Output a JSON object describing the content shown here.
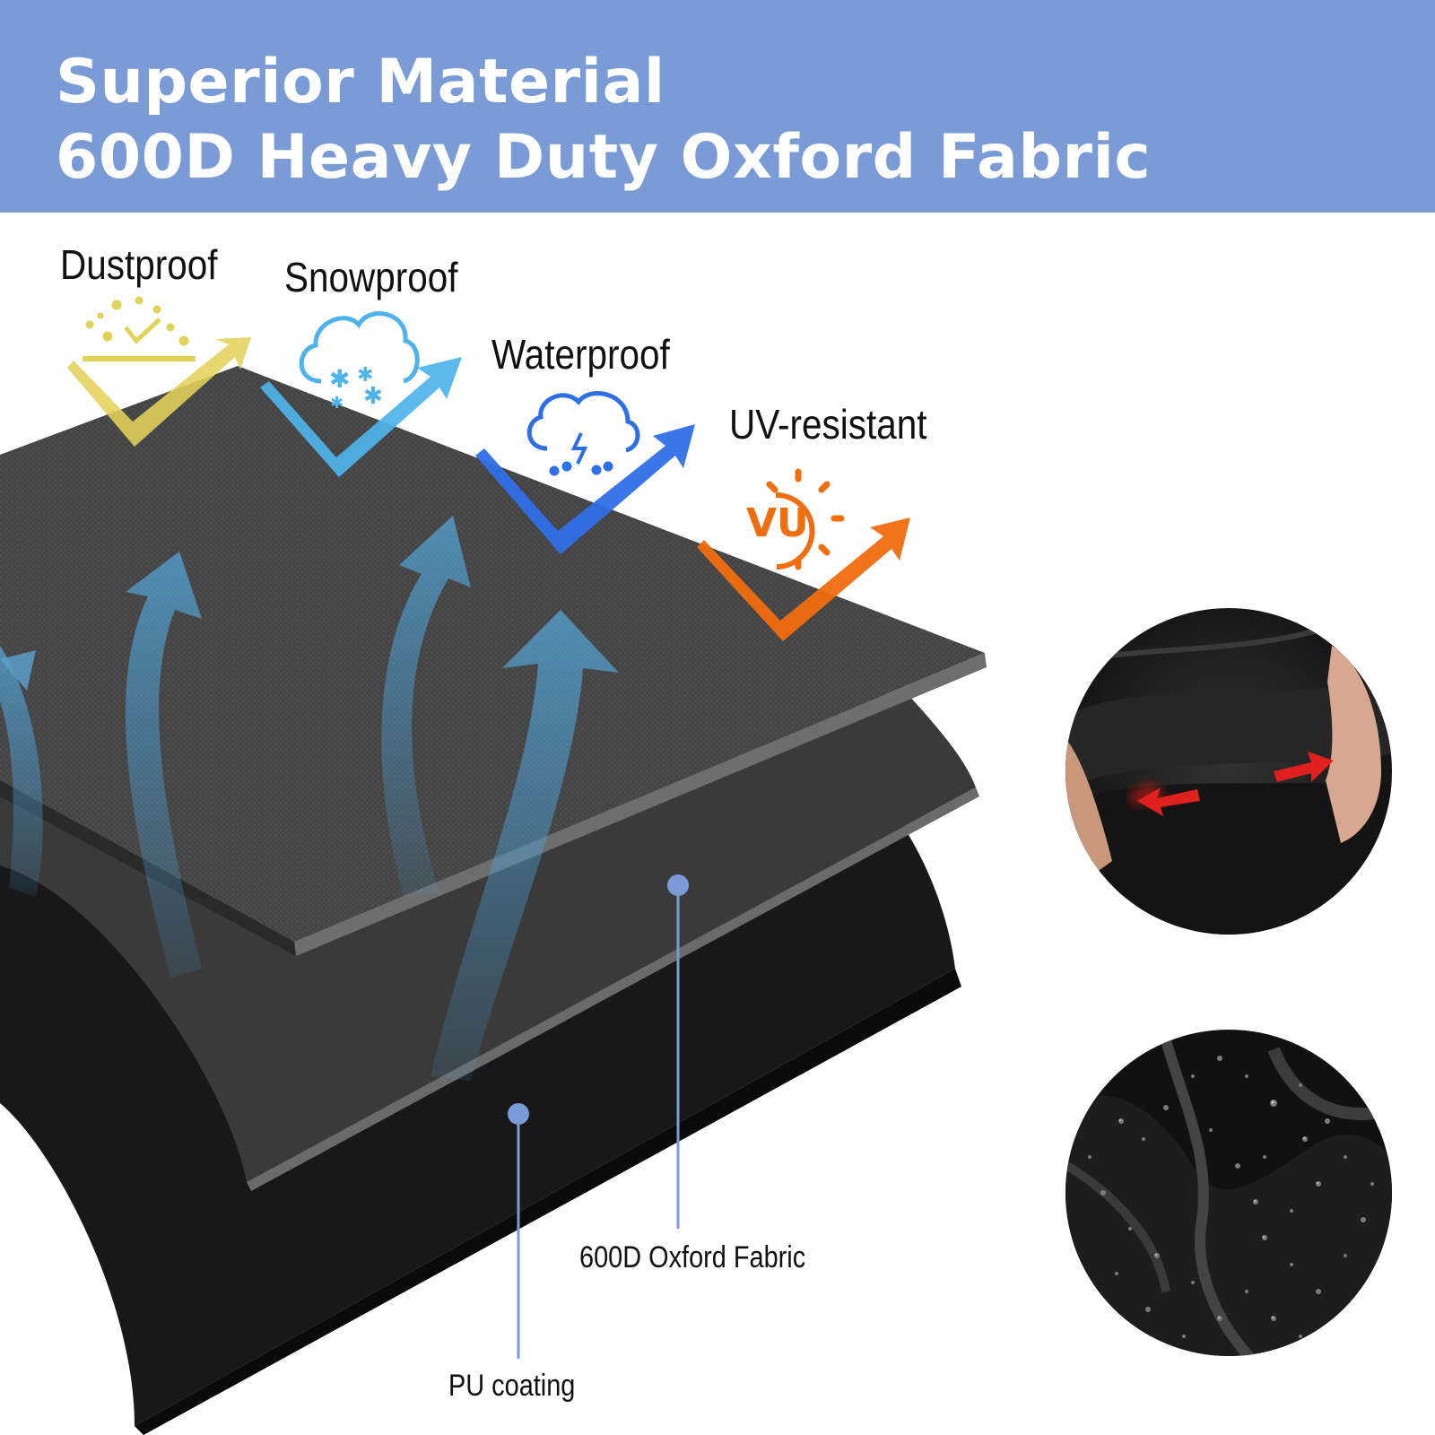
{
  "header": {
    "title_line1": "Superior Material",
    "title_line2": "600D Heavy Duty Oxford Fabric",
    "background_color": "#7b9bd6"
  },
  "features": [
    {
      "label": "Dustproof",
      "icon": "dust-icon",
      "color": "#e2d35a"
    },
    {
      "label": "Snowproof",
      "icon": "snow-cloud-icon",
      "color": "#4db3ea"
    },
    {
      "label": "Waterproof",
      "icon": "rain-cloud-icon",
      "color": "#2f6fe6"
    },
    {
      "label": "UV-resistant",
      "icon": "uv-sun-icon",
      "color": "#f06d10"
    }
  ],
  "layers": {
    "fabric_label": "600D Oxford Fabric",
    "coating_label": "PU coating",
    "pointer_color": "#7b9bd6"
  },
  "detail_photos": [
    {
      "name": "stretch-detail",
      "arrow_color": "#e0201e"
    },
    {
      "name": "water-droplets-detail"
    }
  ]
}
